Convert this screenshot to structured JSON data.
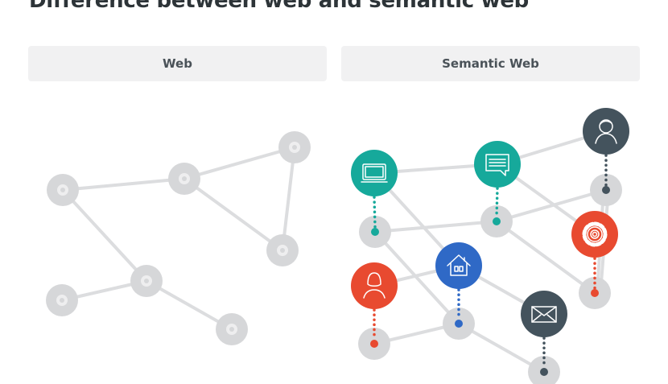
{
  "title": "Difference between web and semantic web",
  "columns": {
    "web": "Web",
    "semantic_web": "Semantic Web"
  },
  "colors": {
    "teal": "#16a99b",
    "dark": "#44535d",
    "red": "#e84a30",
    "blue": "#2f69c6",
    "node_gray": "#d6d7d9",
    "edge_gray": "#dcdddf"
  },
  "web_nodes": [
    "n1",
    "n2",
    "n3",
    "n4",
    "n5",
    "n6",
    "n7"
  ],
  "semantic_nodes": [
    {
      "icon": "laptop-icon",
      "color": "teal"
    },
    {
      "icon": "chat-icon",
      "color": "teal"
    },
    {
      "icon": "user-icon",
      "color": "dark"
    },
    {
      "icon": "gear-icon",
      "color": "red"
    },
    {
      "icon": "home-icon",
      "color": "blue"
    },
    {
      "icon": "woman-icon",
      "color": "red"
    },
    {
      "icon": "mail-icon",
      "color": "dark"
    }
  ]
}
